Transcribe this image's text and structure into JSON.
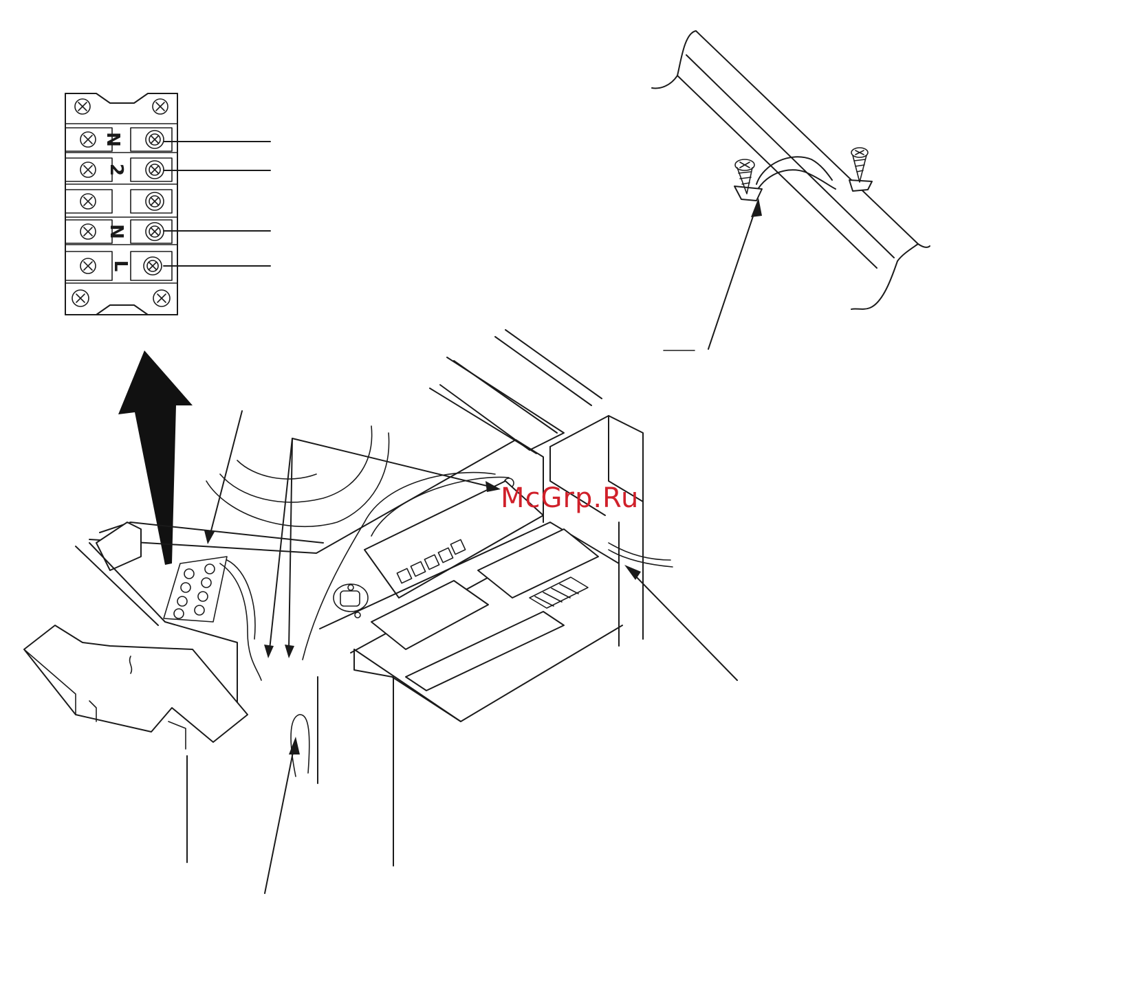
{
  "terminal_block": {
    "labels": [
      "N",
      "2",
      "N",
      "L"
    ]
  },
  "watermark": {
    "text": "McGrp.Ru",
    "color": "#d0202a"
  }
}
